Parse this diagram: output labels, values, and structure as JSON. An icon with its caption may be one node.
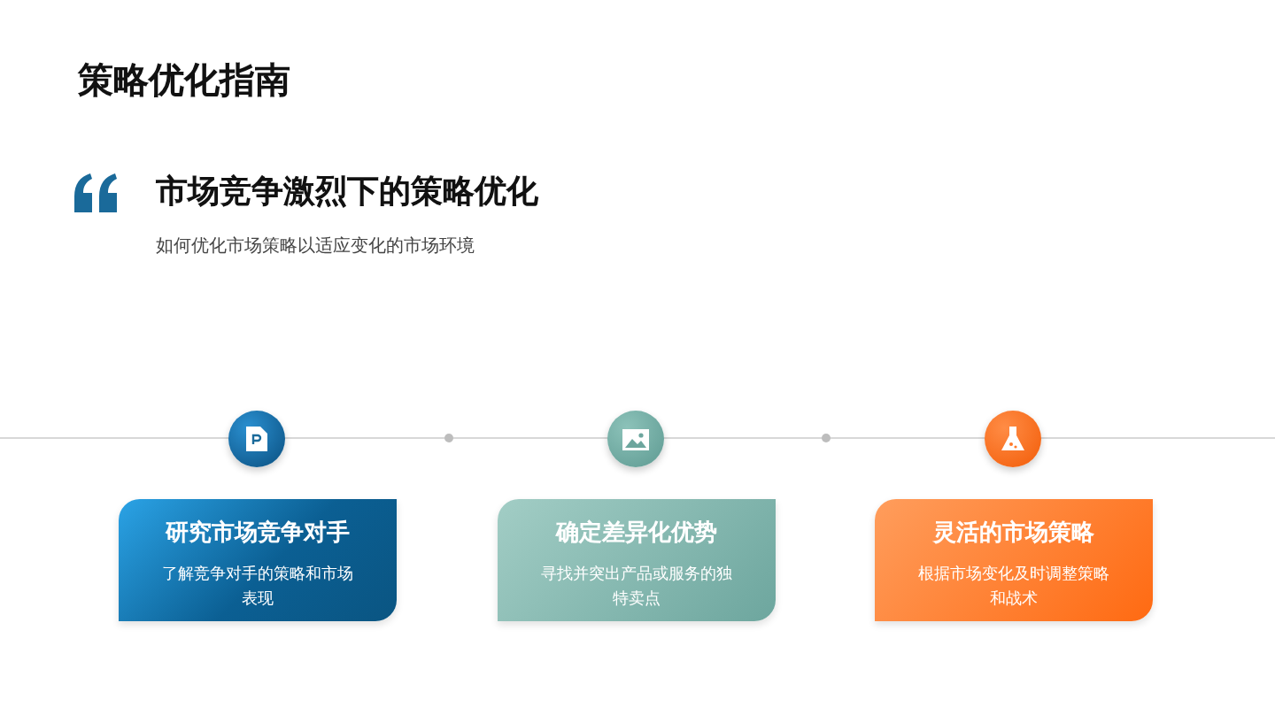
{
  "diagram": {
    "title": "策略优化指南",
    "nodes": [
      {
        "text": [
          "研究市场竞争对手",
          "了解竞争对手的策略和市场表现"
        ]
      },
      {
        "text": [
          "确定差异化优势",
          "寻找并突出产品或服务的独特卖点"
        ]
      },
      {
        "text": [
          "灵活的市场策略",
          "根据市场变化及时调整策略和战术"
        ]
      }
    ],
    "labels": [
      "市场竞争激烈下的策略优化",
      "如何优化市场策略以适应变化的市场环境"
    ]
  }
}
